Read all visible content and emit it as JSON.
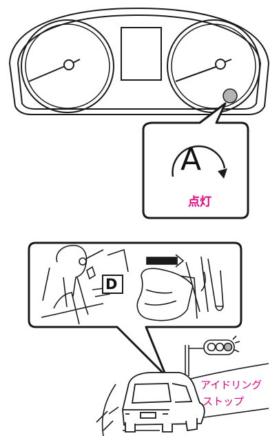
{
  "labels": {
    "indicator_letter": "A",
    "lit_status": "点灯",
    "gear_position": "D",
    "idling_stop_line1": "アイドリング",
    "idling_stop_line2": "ストップ"
  },
  "colors": {
    "label_accent": "#e6007e",
    "line": "#1a1a1a",
    "indicator_lamp": "#b3b3b3"
  }
}
